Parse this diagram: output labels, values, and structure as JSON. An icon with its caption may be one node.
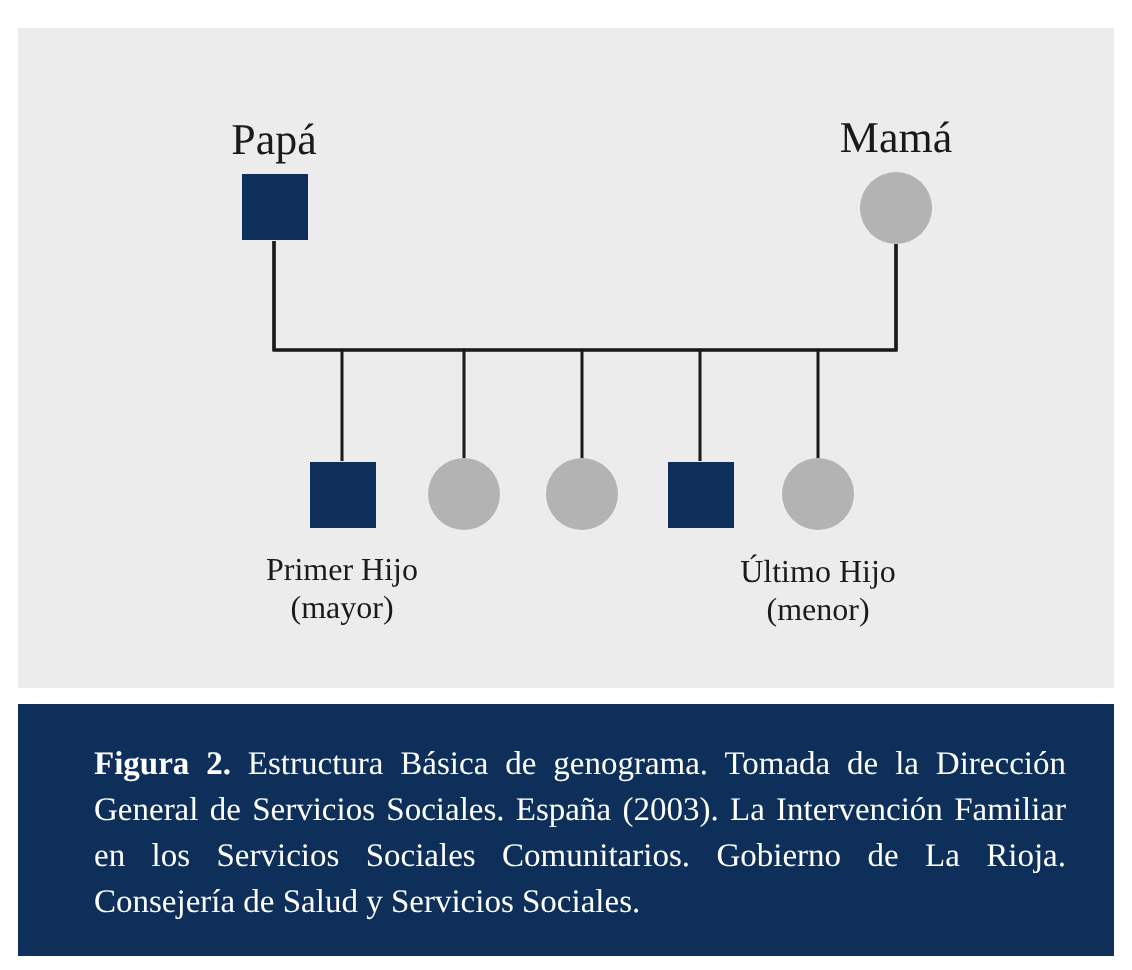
{
  "diagram": {
    "caption": "**Figura 2.** Estructura Básica de genograma. Tomada de la Dirección General de Servicios Sociales. España (2003). La Intervención Familiar en los Servicios Sociales Comunitarios. Gobierno de La Rioja. Consejería de Salud y Servicios Sociales.",
    "nodes": [
      {
        "text": [
          "Papá"
        ]
      },
      {
        "text": [
          "Mamá"
        ]
      },
      {
        "text": [
          "Primer Hijo (mayor)"
        ]
      },
      {
        "text": [],
        "shape": "circle"
      },
      {
        "text": [],
        "shape": "circle"
      },
      {
        "text": [],
        "shape": "box"
      },
      {
        "text": [
          "Último Hijo (menor)"
        ]
      }
    ],
    "edges": [
      {
        "from": 0,
        "to": 2,
        "arrow": "none"
      },
      {
        "from": 0,
        "to": 3,
        "arrow": "none"
      },
      {
        "from": 0,
        "to": 4,
        "arrow": "none"
      },
      {
        "from": 0,
        "to": 5,
        "arrow": "none"
      },
      {
        "from": 0,
        "to": 6,
        "arrow": "none"
      },
      {
        "from": 1,
        "to": 2,
        "arrow": "none"
      },
      {
        "from": 1,
        "to": 3,
        "arrow": "none"
      },
      {
        "from": 1,
        "to": 4,
        "arrow": "none"
      },
      {
        "from": 1,
        "to": 5,
        "arrow": "none"
      },
      {
        "from": 1,
        "to": 6,
        "arrow": "none"
      }
    ]
  }
}
